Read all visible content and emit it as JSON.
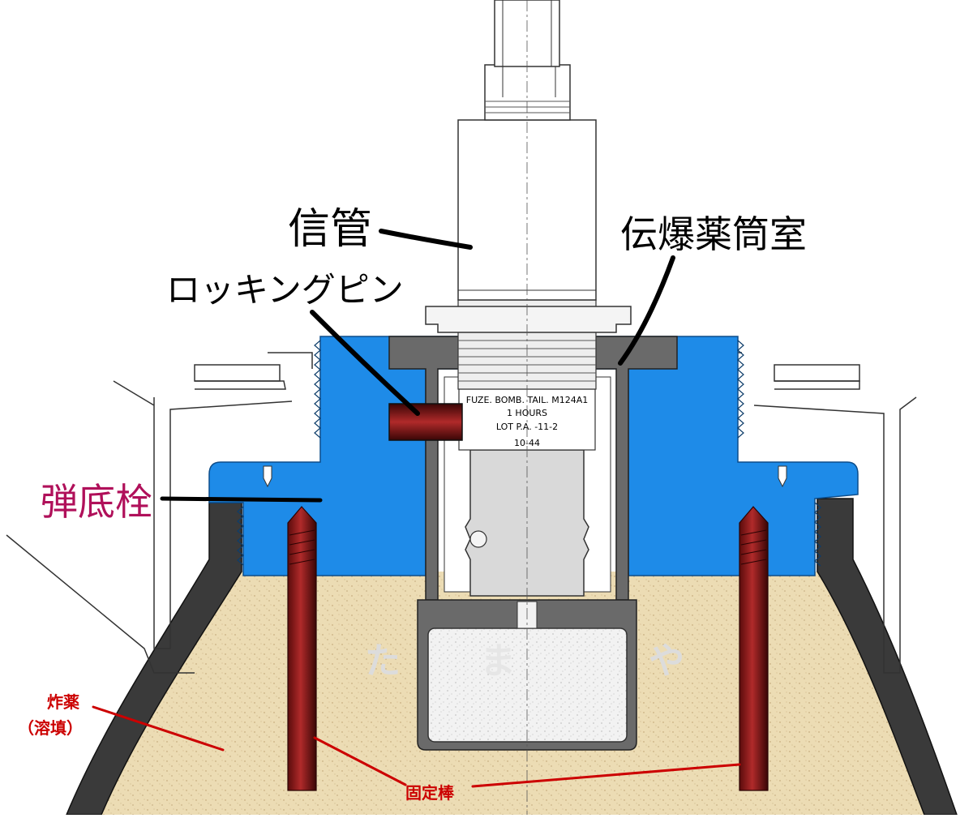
{
  "labels": {
    "fuze": "信管",
    "booster_chamber": "伝爆薬筒室",
    "locking_pin": "ロッキングピン",
    "base_plug": "弾底栓",
    "explosive_line1": "炸薬",
    "explosive_line2": "（溶填）",
    "fixing_rod": "固定棒"
  },
  "fuze_marking": {
    "line1": "FUZE. BOMB. TAIL. M124A1",
    "line2": "1 HOURS",
    "line3": "LOT P.A. -11-2",
    "line4": "10-44"
  },
  "watermark": {
    "char1": "た",
    "char2": "ま",
    "char3": "や"
  },
  "colors": {
    "base_plug": "#1e8be8",
    "explosive": "#ecdcb4",
    "casing": "#3a3a3a",
    "rod": "#7a1414",
    "label_black": "#000000",
    "label_red": "#cc0000",
    "label_magenta": "#b0105a"
  }
}
